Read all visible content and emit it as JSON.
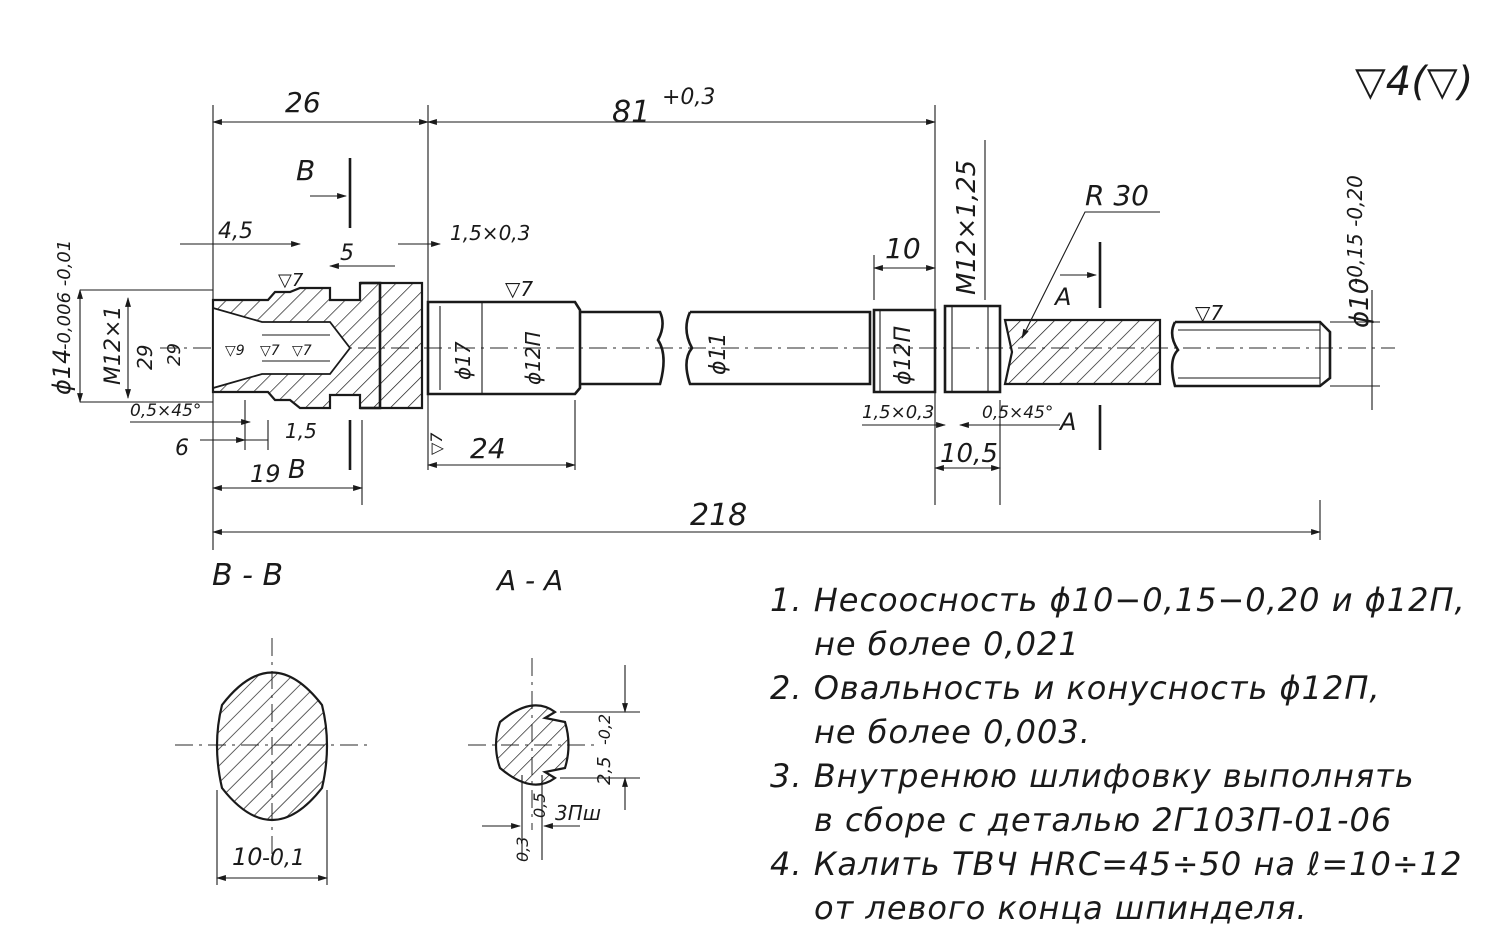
{
  "surface_finish_main": "▽4(▽)",
  "dims": {
    "d26": "26",
    "d81": "81",
    "d81_tol": "+0,3",
    "d4_5": "4,5",
    "d5": "5",
    "d1_5x0_3_top": "1,5×0,3",
    "d10": "10",
    "dM12x125": "M12×1,25",
    "dR30": "R 30",
    "d10_shaft": "ϕ10",
    "d10_shaft_tol": "-0,15 -0,20",
    "d14": "ϕ14",
    "d14_tol": "-0,006 -0,01",
    "dM12x1": "M12×1",
    "d29_a": "29",
    "d29_b": "29",
    "d17": "ϕ17",
    "d12P_a": "ϕ12П",
    "d11": "ϕ11",
    "d12P_b": "ϕ12П",
    "d0_5x45_l": "0,5×45°",
    "d6": "6",
    "d1_5": "1,5",
    "d19": "19",
    "d24": "24",
    "d1_5x0_3_bot": "1,5×0,3",
    "d0_5x45_r": "0,5×45°",
    "d10_5": "10,5",
    "d218": "218",
    "dB10": "10",
    "dB10_tol": "-0,1",
    "dA2_5": "2,5",
    "dA2_5_tol": "-0,2",
    "dA3Psh": "3Пш",
    "dA0_5": "0,5",
    "dA03": "0,3"
  },
  "finish_marks": {
    "f7_a": "▽7",
    "f7_b": "▽7",
    "f7_c": "▽7",
    "f7_d": "▽7",
    "f9": "▽9",
    "f7_e": "▽7",
    "f7_f": "▽7"
  },
  "section_marks": {
    "B_top": "B",
    "B_bottom": "B",
    "A_top": "A",
    "A_bottom": "A"
  },
  "section_titles": {
    "BB": "B - B",
    "AA": "A - A"
  },
  "notes": {
    "n1_line1": "1. Несоосность  ϕ10−0,15−0,20  и  ϕ12П,",
    "n1_line2": "не более   0,021",
    "n2_line1": "2. Овальность  и  конусность  ϕ12П,",
    "n2_line2": "не более   0,003.",
    "n3_line1": "3. Внутренюю  шлифовку  выполнять",
    "n3_line2": "в  сборе  с  деталью  2Г103П-01-06",
    "n4_line1": "4. Калить  ТВЧ   HRC=45÷50  на  ℓ=10÷12",
    "n4_line2": "от  левого  конца  шпинделя."
  }
}
